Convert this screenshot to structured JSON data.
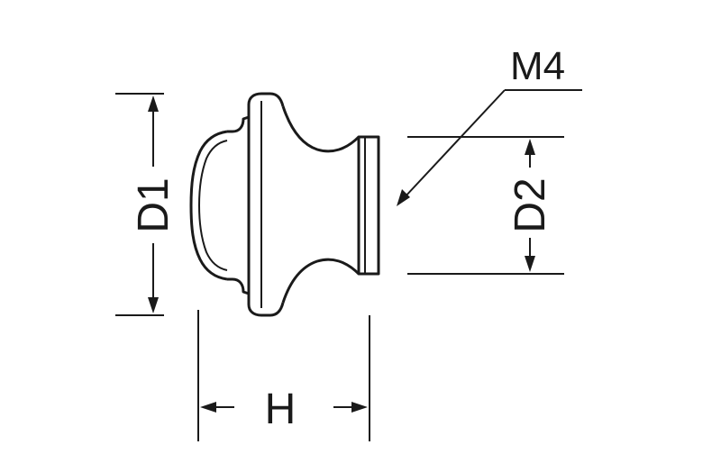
{
  "diagram": {
    "labels": {
      "d1": "D1",
      "d2": "D2",
      "h": "H",
      "thread": "M4"
    },
    "colors": {
      "line": "#1a1a1a",
      "background": "#ffffff"
    }
  }
}
